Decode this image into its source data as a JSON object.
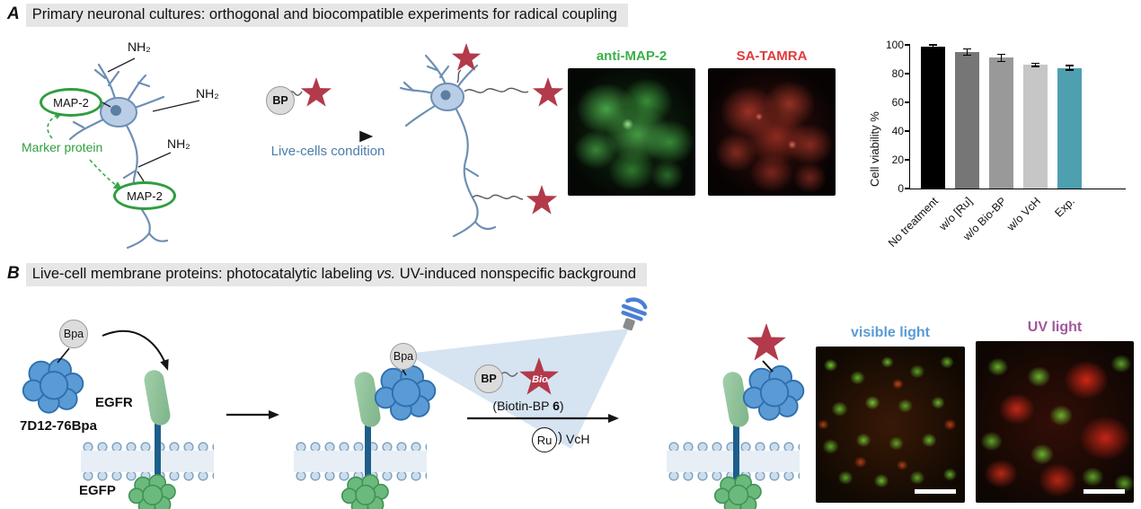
{
  "panel_a": {
    "label": "A",
    "title": "Primary neuronal cultures: orthogonal and biocompatible experiments for radical coupling",
    "marker_protein_label": "Marker protein",
    "map2_ovals": [
      "MAP-2",
      "MAP-2"
    ],
    "nh2_labels": [
      "NH₂",
      "NH₂",
      "NH₂"
    ],
    "bp_label": "BP",
    "arrow_label": "Live-cells condition",
    "micrographs": [
      {
        "label": "anti-MAP-2",
        "color": "#3bb04a"
      },
      {
        "label": "SA-TAMRA",
        "color": "#e03c3c"
      }
    ]
  },
  "panel_b": {
    "label": "B",
    "title_pre": "Live-cell membrane proteins: photocatalytic labeling ",
    "title_vs": "vs.",
    "title_post": " UV-induced nonspecific background",
    "protein_label": "7D12-76Bpa",
    "bpa_labels": [
      "Bpa",
      "Bpa"
    ],
    "egfr_label": "EGFR",
    "egfp_label": "EGFP",
    "bp_label": "BP",
    "bio_label": "Bio",
    "biotin_pre": "(Biotin-BP ",
    "biotin_num": "6",
    "biotin_post": ")",
    "ru_label": "Ru",
    "paren_label": ")",
    "vch_label": "VcH",
    "micrographs": [
      {
        "label": "visible light",
        "color": "#5b9bd5"
      },
      {
        "label": "UV light",
        "color": "#a2589b"
      }
    ]
  },
  "chart_data": {
    "type": "bar",
    "categories": [
      "No treatment",
      "w/o [Ru]",
      "w/o Bio-BP",
      "w/o VcH",
      "Exp."
    ],
    "values": [
      99,
      95,
      91,
      86,
      84
    ],
    "errors": [
      1.5,
      2.5,
      3,
      1.5,
      2
    ],
    "ylabel": "Cell viability %",
    "ylim": [
      0,
      100
    ],
    "yticks": [
      0,
      20,
      40,
      60,
      80,
      100
    ],
    "bar_colors": [
      "#000000",
      "#767676",
      "#999999",
      "#c6c6c6",
      "#4e9fb0"
    ],
    "grid": false,
    "legend_position": "none"
  }
}
